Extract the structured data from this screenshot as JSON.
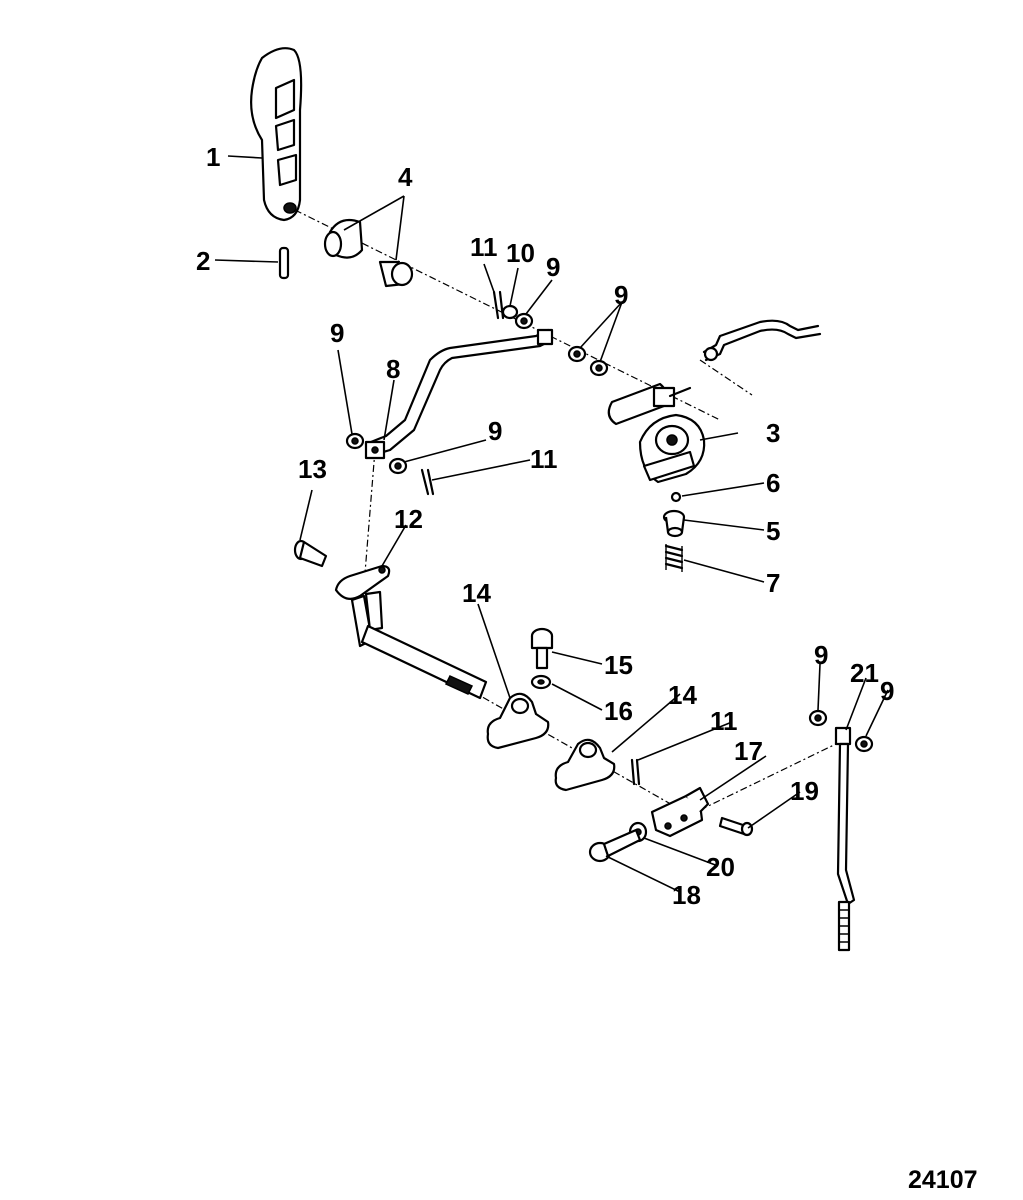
{
  "callouts": {
    "c1": "1",
    "c2": "2",
    "c3": "3",
    "c4": "4",
    "c5": "5",
    "c6": "6",
    "c7": "7",
    "c8": "8",
    "c9": "9",
    "c10": "10",
    "c11": "11",
    "c12": "12",
    "c13": "13",
    "c14": "14",
    "c15": "15",
    "c16": "16",
    "c17": "17",
    "c18": "18",
    "c19": "19",
    "c20": "20",
    "c21": "21"
  },
  "figure_id": "24107"
}
